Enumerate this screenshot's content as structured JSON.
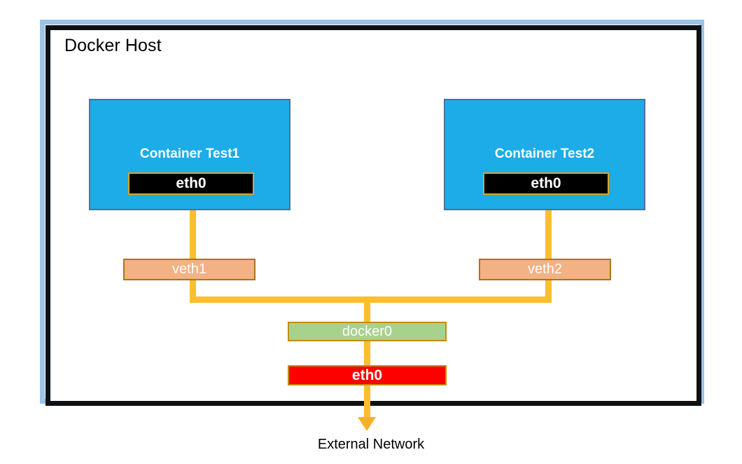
{
  "diagram": {
    "title": "Docker Host",
    "external_network_label": "External Network",
    "containers": [
      {
        "name": "Container Test1",
        "interface": "eth0"
      },
      {
        "name": "Container Test2",
        "interface": "eth0"
      }
    ],
    "veths": [
      {
        "label": "veth1"
      },
      {
        "label": "veth2"
      }
    ],
    "bridge": {
      "label": "docker0"
    },
    "host_interface": {
      "label": "eth0"
    },
    "colors": {
      "outer_frame": "#9DC3E6",
      "host_frame": "#0D1114",
      "container_fill": "#1CACE8",
      "container_border": "#4A7396",
      "container_eth_fill": "#000000",
      "container_eth_border": "#E0A323",
      "veth_fill": "#F4B183",
      "veth_border": "#A9761B",
      "bridge_fill": "#A9D18E",
      "bridge_border": "#BF8F00",
      "host_eth_fill": "#FF0000",
      "host_eth_border": "#BF8F00",
      "wire": "#FBBE2E",
      "text_light": "#FFFFFF",
      "text_dark": "#000000"
    }
  }
}
